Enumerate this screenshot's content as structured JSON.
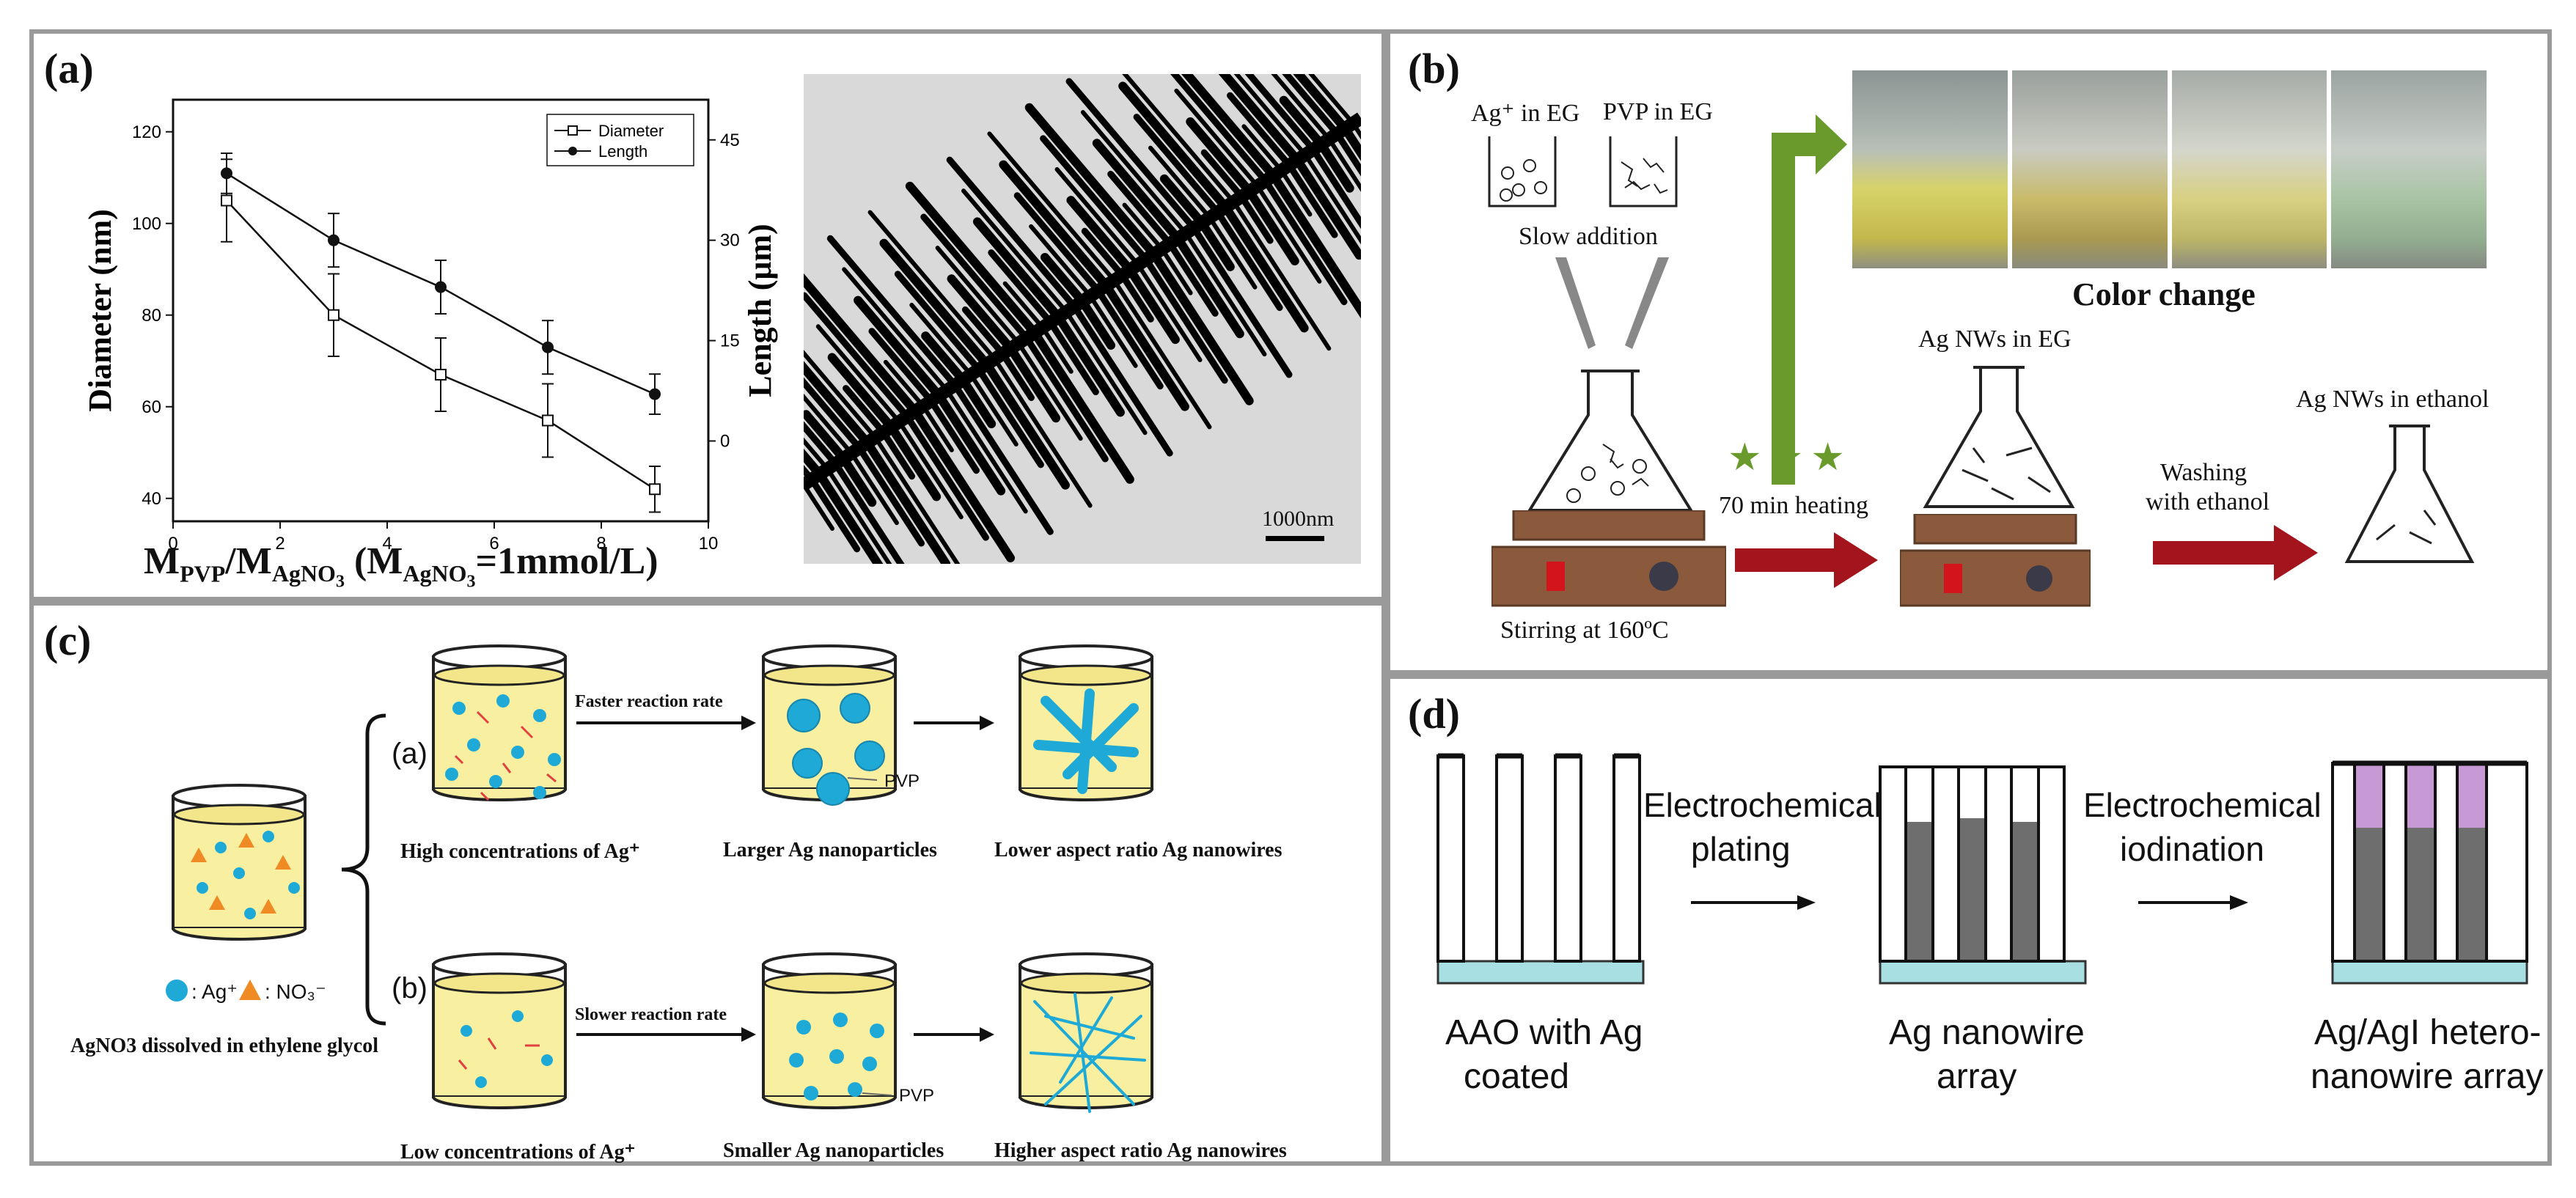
{
  "panels": {
    "a": {
      "label": "(a)",
      "chart_data": {
        "type": "line",
        "x": [
          1,
          3,
          5,
          7,
          9
        ],
        "xticks": [
          "0",
          "2",
          "4",
          "6",
          "8",
          "10"
        ],
        "xlim": [
          0,
          10
        ],
        "xlabel_main": "M",
        "xlabel_sub1": "PVP",
        "xlabel_mid": "/M",
        "xlabel_sub2": "AgNO",
        "xlabel_sub3": "3",
        "xlabel_cond": " (M",
        "xlabel_cond_sub": "AgNO",
        "xlabel_cond_sub3": "3",
        "xlabel_end": "=1mmol/L)",
        "ylabel_left": "Diameter (nm)",
        "ylabel_right": "Length (μm)",
        "yticks_left": [
          "40",
          "60",
          "80",
          "100",
          "120"
        ],
        "ylim_left": [
          35,
          127
        ],
        "yticks_right": [
          "0",
          "15",
          "30",
          "45"
        ],
        "ylim_right": [
          -12,
          51
        ],
        "series": [
          {
            "name": "Diameter",
            "axis": "left",
            "marker": "open-square",
            "values": [
              105,
              80,
              67,
              57,
              42
            ],
            "errors": [
              9,
              9,
              8,
              8,
              5
            ]
          },
          {
            "name": "Length",
            "axis": "right",
            "marker": "filled-circle",
            "values": [
              40,
              30,
              23,
              14,
              7
            ],
            "errors": [
              3,
              4,
              4,
              4,
              3
            ]
          }
        ],
        "legend_position": "top-right"
      },
      "scale_bar": "1000nm"
    },
    "b": {
      "label": "(b)",
      "ag_in_eg": "Ag⁺ in EG",
      "pvp_in_eg": "PVP in EG",
      "slow_addition": "Slow addition",
      "color_change": "Color change",
      "ag_nws_eg": "Ag NWs in EG",
      "ag_nws_ethanol": "Ag NWs in ethanol",
      "heating": "70 min heating",
      "washing1": "Washing",
      "washing2": "with ethanol",
      "stirring": "Stirring at 160ºC",
      "stars": "★★★"
    },
    "c": {
      "label": "(c)",
      "branch_a": "(a)",
      "branch_b": "(b)",
      "faster": "Faster reaction rate",
      "slower": "Slower reaction rate",
      "pvp1": "PVP",
      "pvp2": "PVP",
      "high_conc": "High concentrations of  Ag⁺",
      "larger": "Larger Ag nanoparticles",
      "lower_ar": "Lower aspect ratio Ag nanowires",
      "low_conc": "Low concentrations of  Ag⁺",
      "smaller": "Smaller Ag nanoparticles",
      "higher_ar": "Higher aspect ratio Ag nanowires",
      "legend_ag": ": Ag⁺",
      "legend_no3": ": NO₃⁻",
      "dissolved": "AgNO3 dissolved in ethylene glycol"
    },
    "d": {
      "label": "(d)",
      "step1a": "Electrochemical",
      "step1b": "plating",
      "step2a": "Electrochemical",
      "step2b": "iodination",
      "cap1a": "AAO with Ag",
      "cap1b": "coated",
      "cap2a": "Ag nanowire",
      "cap2b": "array",
      "cap3a": "Ag/AgI hetero-",
      "cap3b": "nanowire array"
    }
  },
  "colors": {
    "yellow_liquid": "#f8f0a0",
    "ag_ion": "#1fa9d6",
    "no3": "#f08a24",
    "red_arrow": "#a3141c",
    "green_arrow": "#6a9a2c",
    "substrate": "#a7dfe3",
    "agi": "#c79ad6",
    "ag_fill": "#6e6e6e",
    "hotplate": "#8b5a3c"
  }
}
